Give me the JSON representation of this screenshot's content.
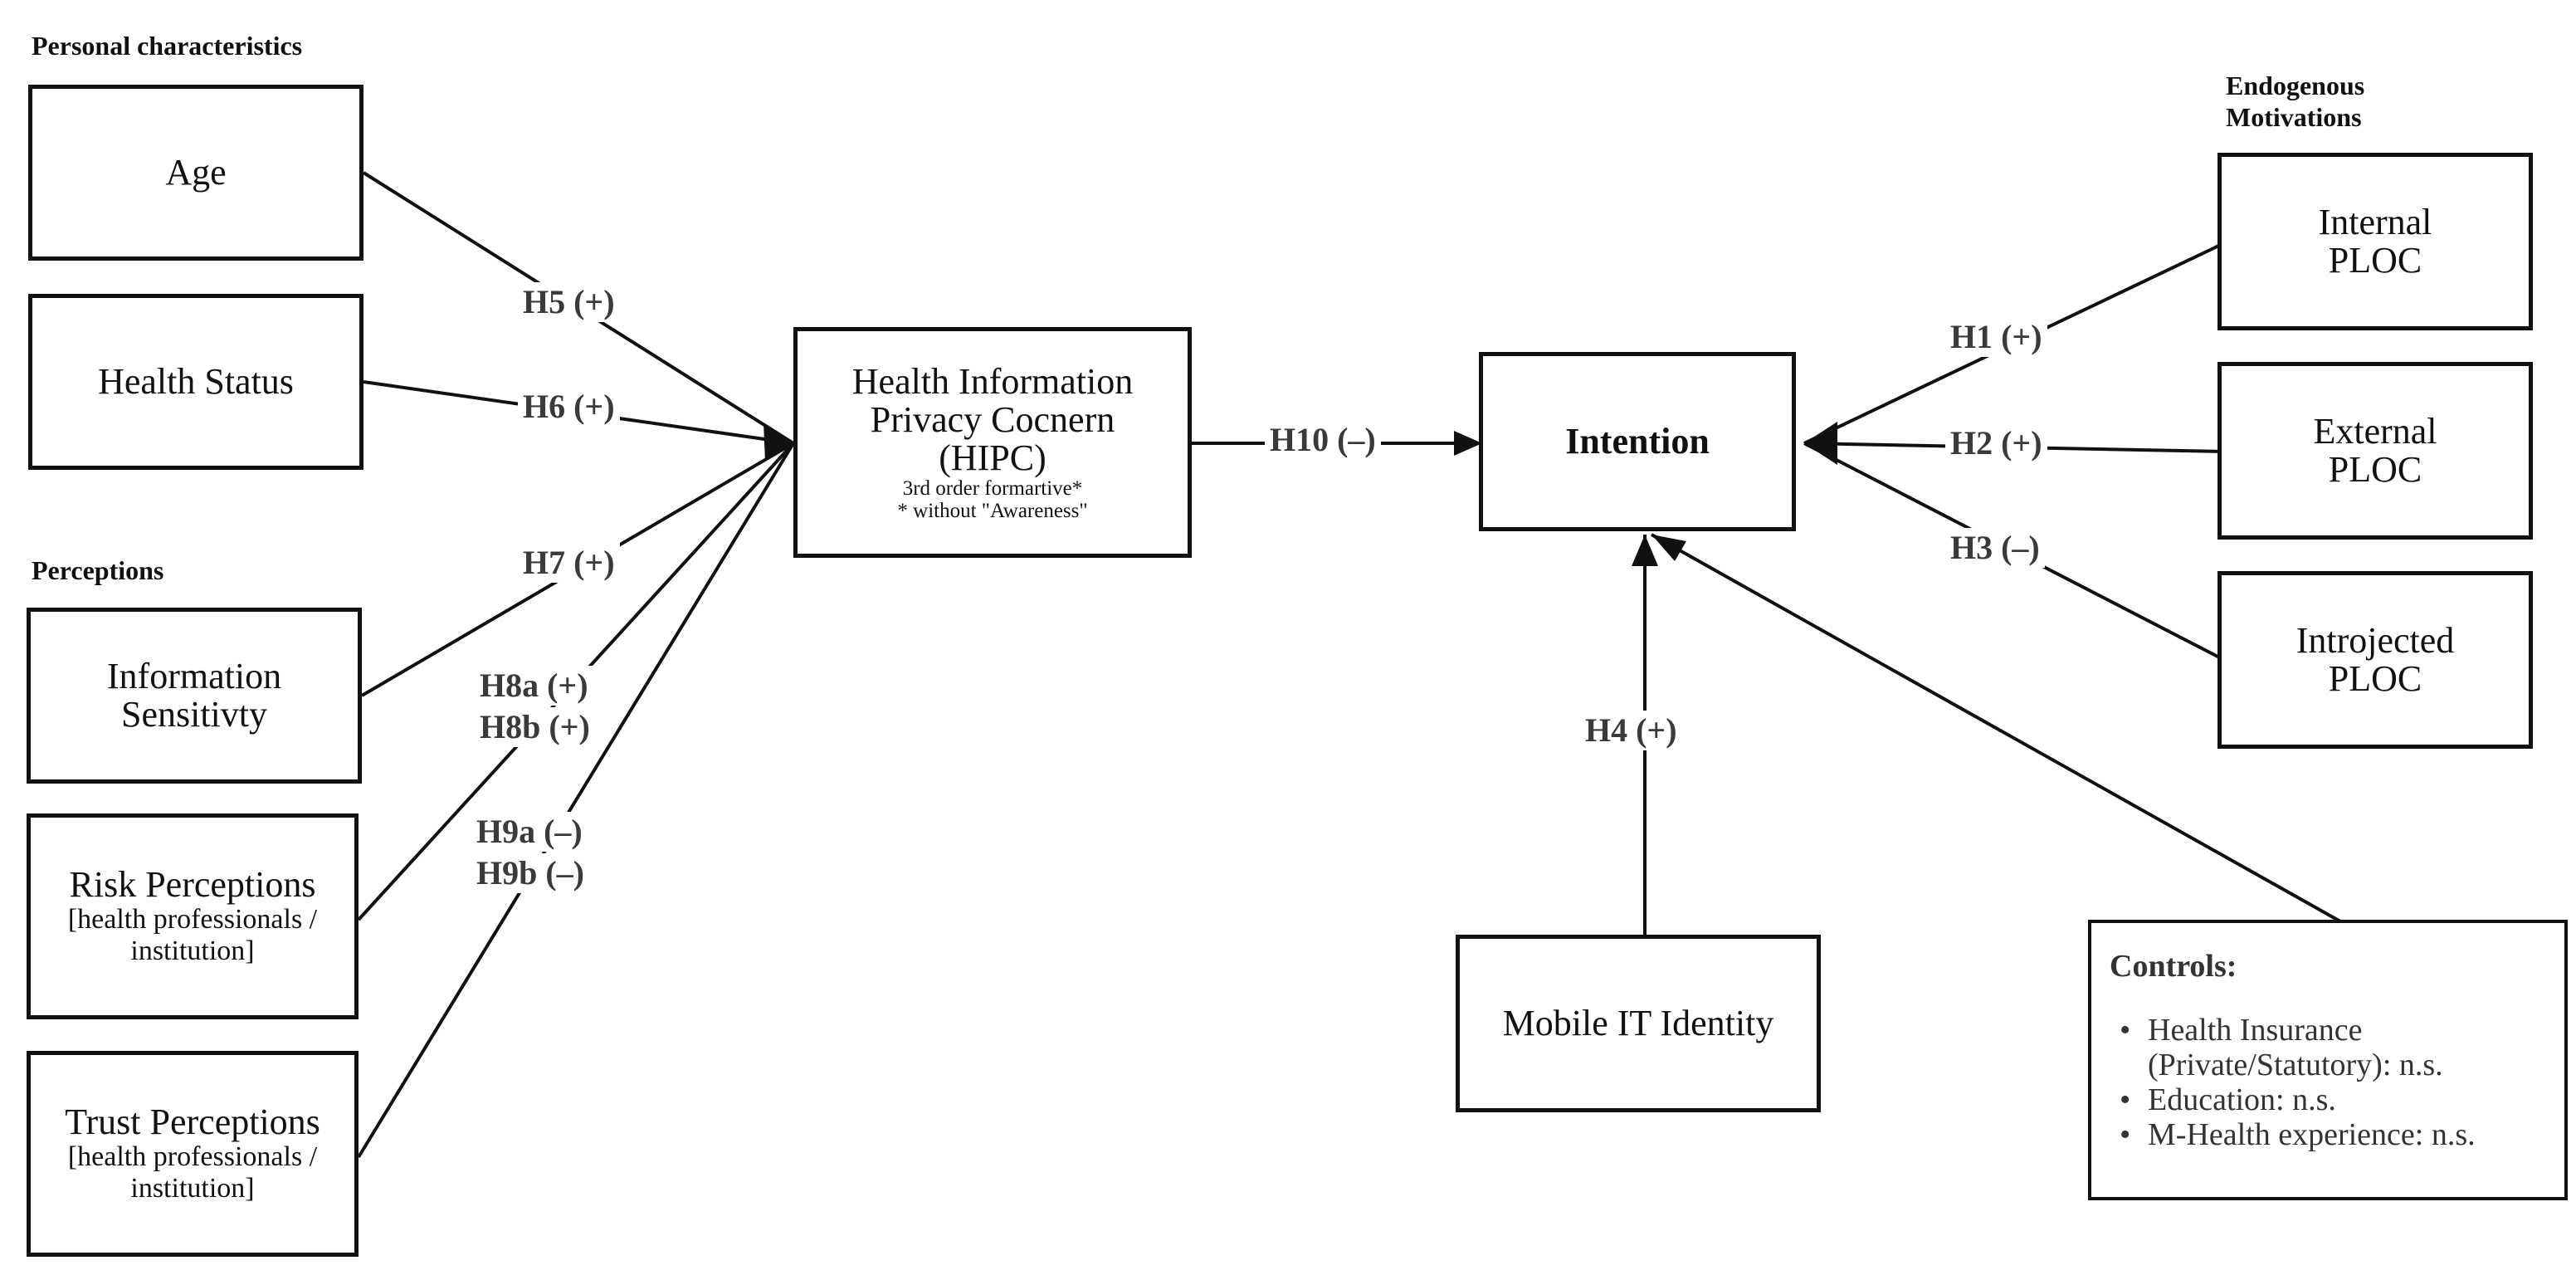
{
  "sections": {
    "personal": "Personal characteristics",
    "perceptions": "Perceptions",
    "endogenous_line1": "Endogenous",
    "endogenous_line2": "Motivations"
  },
  "nodes": {
    "age": "Age",
    "health_status": "Health Status",
    "info_sensitivity_line1": "Information",
    "info_sensitivity_line2": "Sensitivty",
    "risk_title": "Risk Perceptions",
    "risk_sub_line1": "[health professionals /",
    "risk_sub_line2": "institution]",
    "trust_title": "Trust Perceptions",
    "trust_sub_line1": "[health professionals /",
    "trust_sub_line2": "institution]",
    "hipc_line1": "Health Information",
    "hipc_line2": "Privacy Cocnern",
    "hipc_line3": "(HIPC)",
    "hipc_note1": "3rd order formartive*",
    "hipc_note2": "* without \"Awareness\"",
    "intention": "Intention",
    "mobile_it": "Mobile IT Identity",
    "internal_line1": "Internal",
    "internal_line2": "PLOC",
    "external_line1": "External",
    "external_line2": "PLOC",
    "introjected_line1": "Introjected",
    "introjected_line2": "PLOC"
  },
  "hypotheses": {
    "h1": "H1 (+)",
    "h2": "H2 (+)",
    "h3": "H3 (–)",
    "h4": "H4 (+)",
    "h5": "H5 (+)",
    "h6": "H6 (+)",
    "h7": "H7 (+)",
    "h8a": "H8a (+)",
    "h8b": "H8b (+)",
    "h9a": "H9a (–)",
    "h9b": "H9b (–)",
    "h10": "H10 (–)"
  },
  "controls": {
    "title": "Controls:",
    "items": [
      {
        "line1": "Health Insurance",
        "line2": "(Private/Statutory): n.s."
      },
      {
        "line1": "Education: n.s.",
        "line2": ""
      },
      {
        "line1": "M-Health experience: n.s.",
        "line2": ""
      }
    ]
  }
}
